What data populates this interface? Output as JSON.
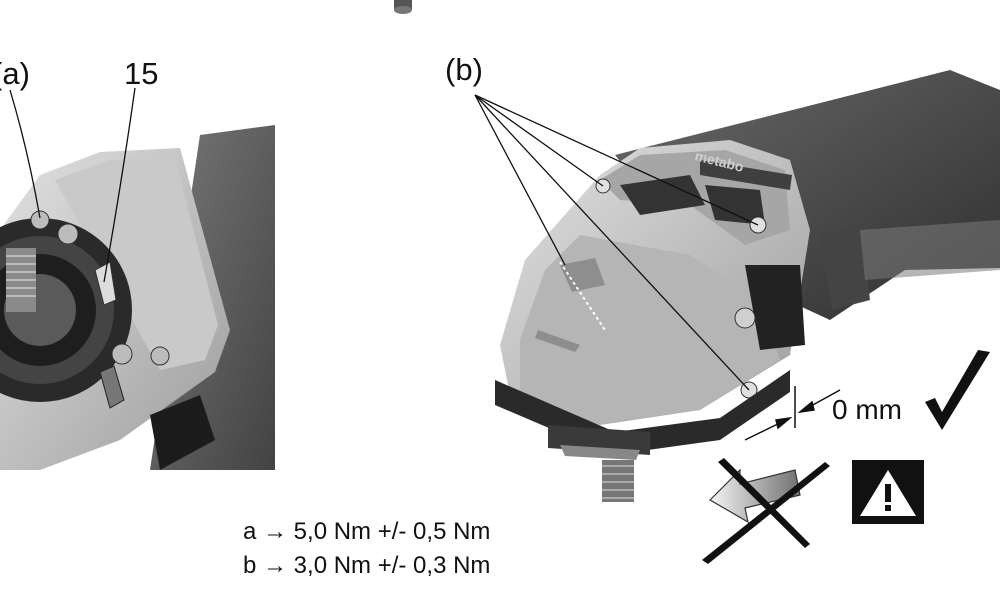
{
  "labels": {
    "callout_a": "(a)",
    "callout_15": "15",
    "callout_b": "(b)",
    "gap_value": "0 mm",
    "brand": "metabo"
  },
  "torque": {
    "line_a": "a → 5,0 Nm +/- 0,5 Nm",
    "line_b": "b → 3,0 Nm +/- 0,3 Nm"
  },
  "colors": {
    "ink": "#111111",
    "housing_dark": "#3a3a3a",
    "housing_mid": "#8a8a8a",
    "housing_light": "#cfcfcf"
  },
  "icons": [
    "checkmark-icon",
    "crossed-arrow-icon",
    "warning-triangle-icon"
  ]
}
